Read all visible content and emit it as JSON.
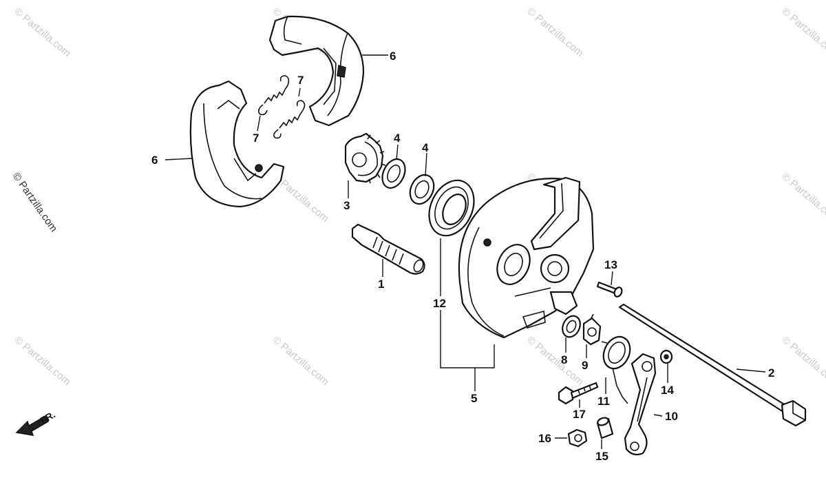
{
  "watermark": "© Partzilla.com",
  "front_marker": "FR.",
  "callouts": {
    "c1": "1",
    "c2": "2",
    "c3": "3",
    "c4a": "4",
    "c4b": "4",
    "c5": "5",
    "c6a": "6",
    "c6b": "6",
    "c7a": "7",
    "c7b": "7",
    "c8": "8",
    "c9": "9",
    "c10": "10",
    "c11": "11",
    "c12": "12",
    "c13": "13",
    "c14": "14",
    "c15": "15",
    "c16": "16",
    "c17": "17"
  },
  "colors": {
    "line": "#111111",
    "background": "#ffffff",
    "watermark": "#c9c9c9"
  }
}
